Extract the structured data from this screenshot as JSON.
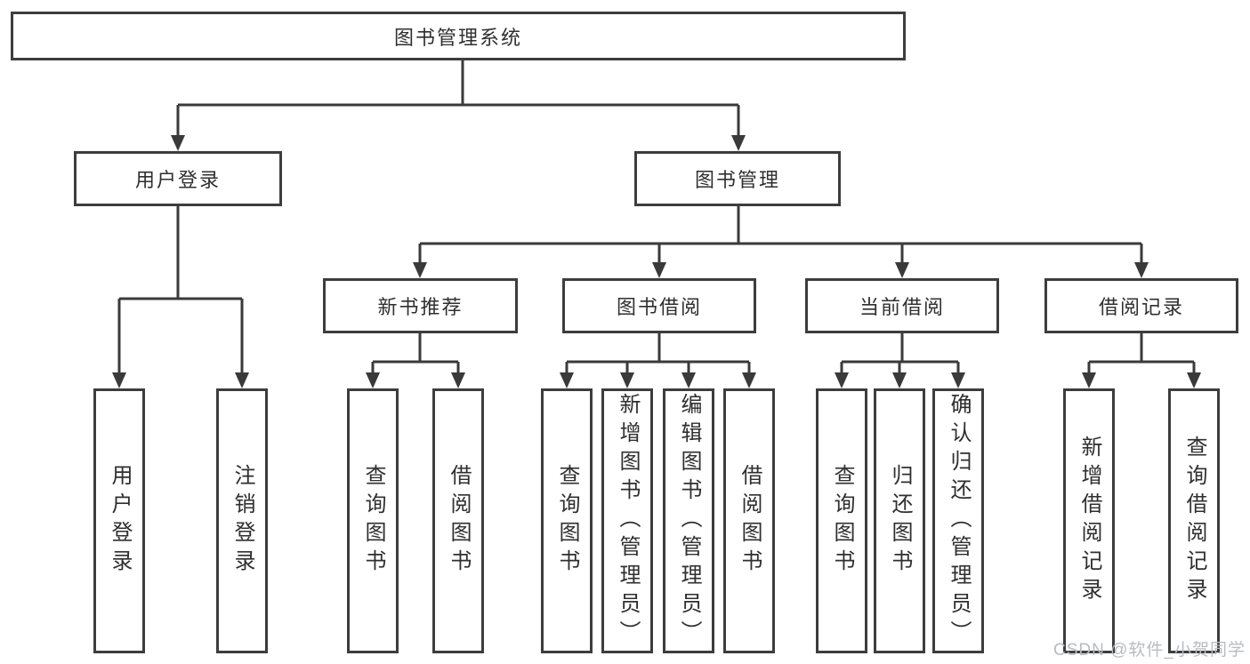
{
  "diagram": {
    "title": "图书管理系统",
    "colors": {
      "line": "#3a3a3a",
      "box_border": "#3d3d3d",
      "text": "#2f2f2f",
      "watermark": "#b9bbc2",
      "background": "#ffffff"
    },
    "nodes": {
      "root": {
        "label": "图书管理系统"
      },
      "user_login": {
        "label": "用户登录"
      },
      "book_mgmt": {
        "label": "图书管理"
      },
      "new_book_rec": {
        "label": "新书推荐"
      },
      "book_borrow": {
        "label": "图书借阅"
      },
      "current_borrow": {
        "label": "当前借阅"
      },
      "borrow_record": {
        "label": "借阅记录"
      },
      "leaf_user_login": {
        "label": "用户登录"
      },
      "leaf_logout": {
        "label": "注销登录"
      },
      "leaf_query_book_1": {
        "label": "查询图书"
      },
      "leaf_borrow_book_1": {
        "label": "借阅图书"
      },
      "leaf_query_book_2": {
        "label": "查询图书"
      },
      "leaf_add_book": {
        "label": "新增图书（管理员）"
      },
      "leaf_edit_book": {
        "label": "编辑图书（管理员）"
      },
      "leaf_borrow_book_2": {
        "label": "借阅图书"
      },
      "leaf_query_book_3": {
        "label": "查询图书"
      },
      "leaf_return_book": {
        "label": "归还图书"
      },
      "leaf_confirm_return": {
        "label": "确认归还（管理员）"
      },
      "leaf_add_record": {
        "label": "新增借阅记录"
      },
      "leaf_query_record": {
        "label": "查询借阅记录"
      }
    },
    "edges": [
      "root->user_login",
      "root->book_mgmt",
      "user_login->leaf_user_login",
      "user_login->leaf_logout",
      "book_mgmt->new_book_rec",
      "book_mgmt->book_borrow",
      "book_mgmt->current_borrow",
      "book_mgmt->borrow_record",
      "new_book_rec->leaf_query_book_1",
      "new_book_rec->leaf_borrow_book_1",
      "book_borrow->leaf_query_book_2",
      "book_borrow->leaf_add_book",
      "book_borrow->leaf_edit_book",
      "book_borrow->leaf_borrow_book_2",
      "current_borrow->leaf_query_book_3",
      "current_borrow->leaf_return_book",
      "current_borrow->leaf_confirm_return",
      "borrow_record->leaf_add_record",
      "borrow_record->leaf_query_record"
    ]
  },
  "watermark": {
    "text": "CSDN @软件_小贺同学"
  }
}
